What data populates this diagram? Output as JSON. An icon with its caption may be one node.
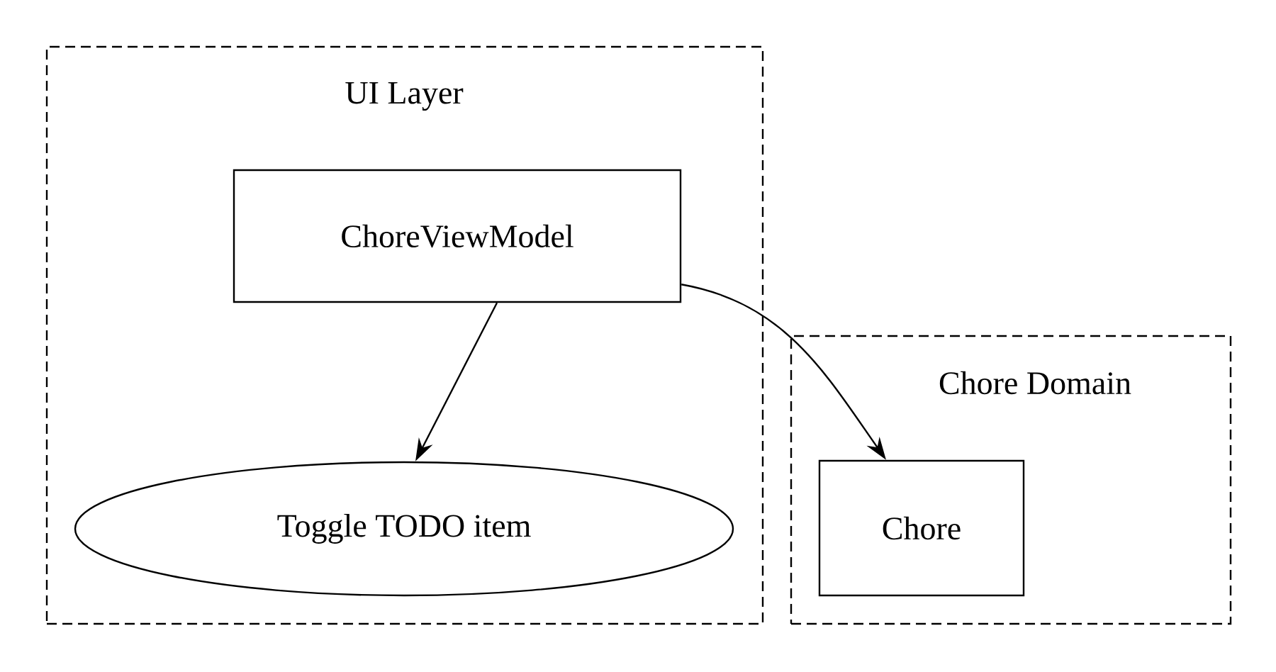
{
  "diagram": {
    "nodes": [
      {
        "text": [
          "UI Layer"
        ]
      },
      {
        "text": [
          "ChoreViewModel"
        ],
        "in": 0
      },
      {
        "text": [
          "Toggle TODO item"
        ],
        "in": 0
      },
      {
        "text": [
          "Chore Domain"
        ]
      },
      {
        "text": [
          "Chore"
        ],
        "in": 3
      }
    ],
    "edges": [
      {
        "from": 1,
        "to": 2,
        "arrow": "to"
      },
      {
        "from": 1,
        "to": 4,
        "arrow": "to"
      }
    ]
  }
}
